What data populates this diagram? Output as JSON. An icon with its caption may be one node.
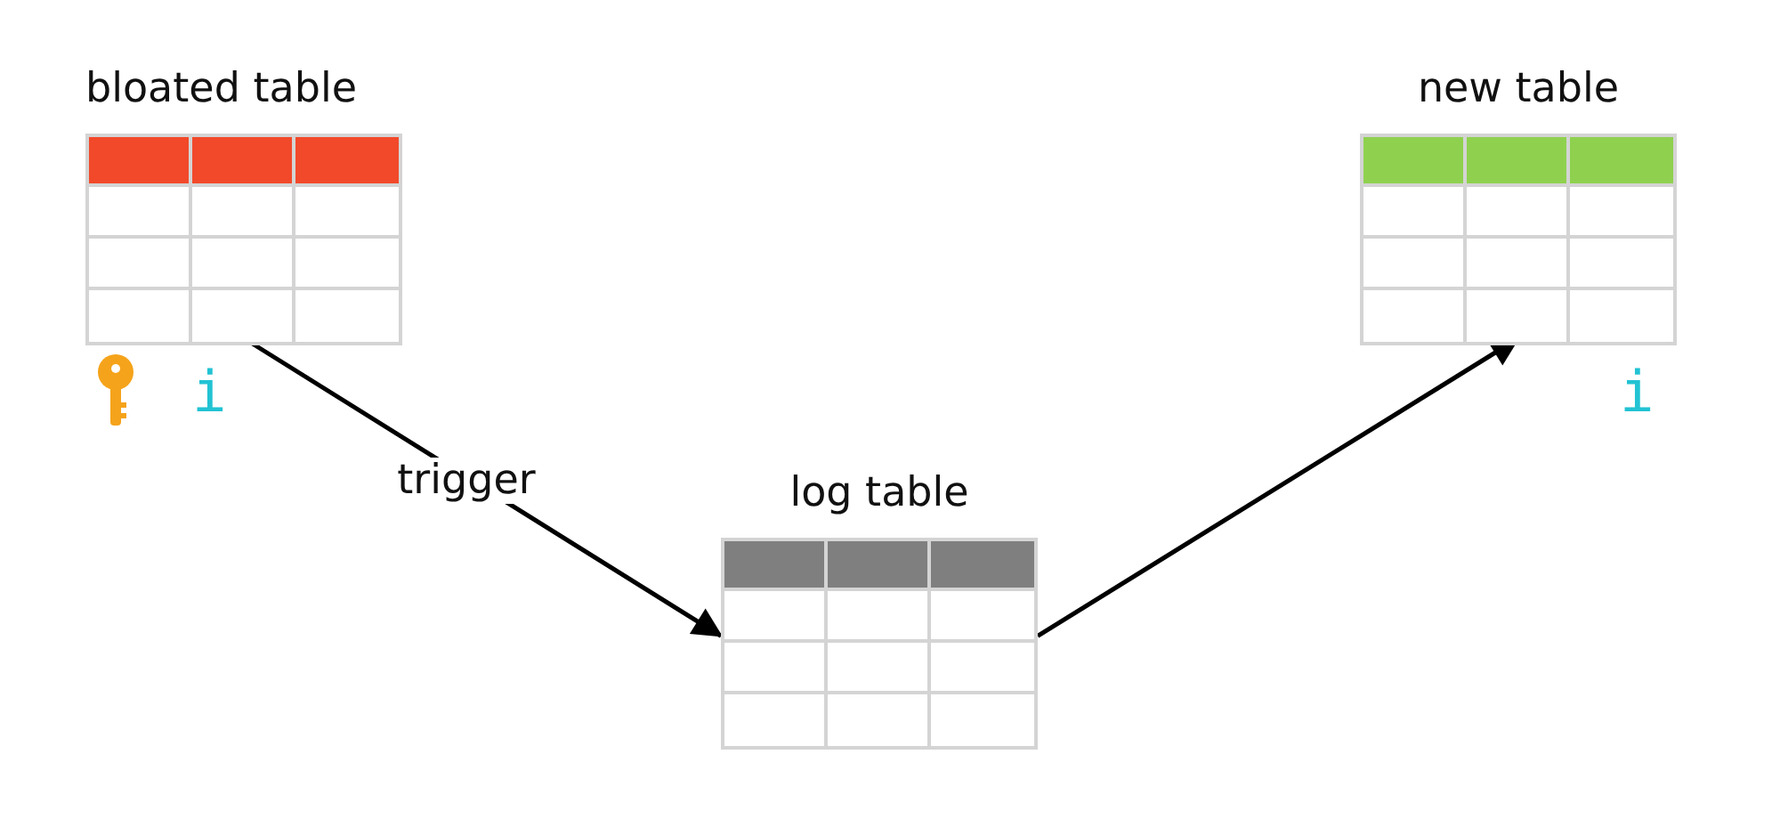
{
  "diagram": {
    "nodes": [
      {
        "text": [
          "bloated table"
        ]
      },
      {
        "text": [
          "log table"
        ]
      },
      {
        "text": [
          "new table"
        ]
      }
    ],
    "edges": [
      {
        "from": 0,
        "to": 1,
        "arrow": "to",
        "label": "trigger"
      },
      {
        "from": 1,
        "to": 2,
        "arrow": "to"
      }
    ],
    "labels": [
      "i",
      "i"
    ]
  }
}
